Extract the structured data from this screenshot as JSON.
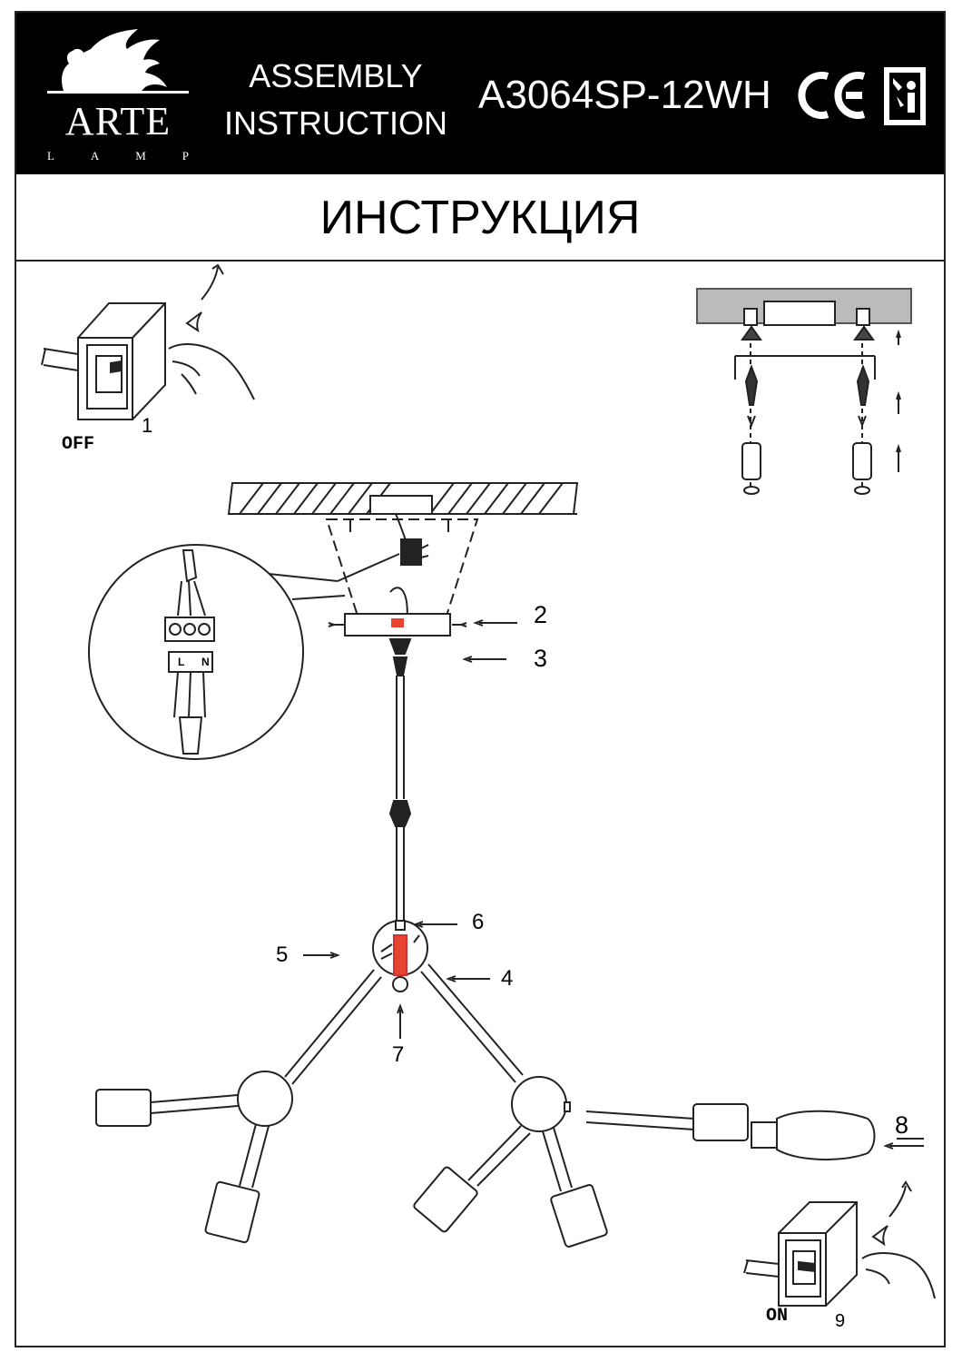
{
  "header": {
    "brand": "ARTE",
    "brand_sub": [
      "L",
      "A",
      "M",
      "P"
    ],
    "assembly_line1": "ASSEMBLY",
    "assembly_line2": "INSTRUCTION",
    "model": "A3064SP-12WH",
    "ce_mark": "CE",
    "info_icon": "i"
  },
  "title": "ИНСТРУКЦИЯ",
  "steps": {
    "s1": "1",
    "s2": "2",
    "s3": "3",
    "s4": "4",
    "s5": "5",
    "s6": "6",
    "s7": "7",
    "s8": "8",
    "s9": "9"
  },
  "switch_off": "OFF",
  "switch_on": "ON",
  "connector_labels": [
    "L",
    "N"
  ],
  "colors": {
    "header_bg": "#000000",
    "accent_red": "#e8432f",
    "line": "#222222"
  }
}
